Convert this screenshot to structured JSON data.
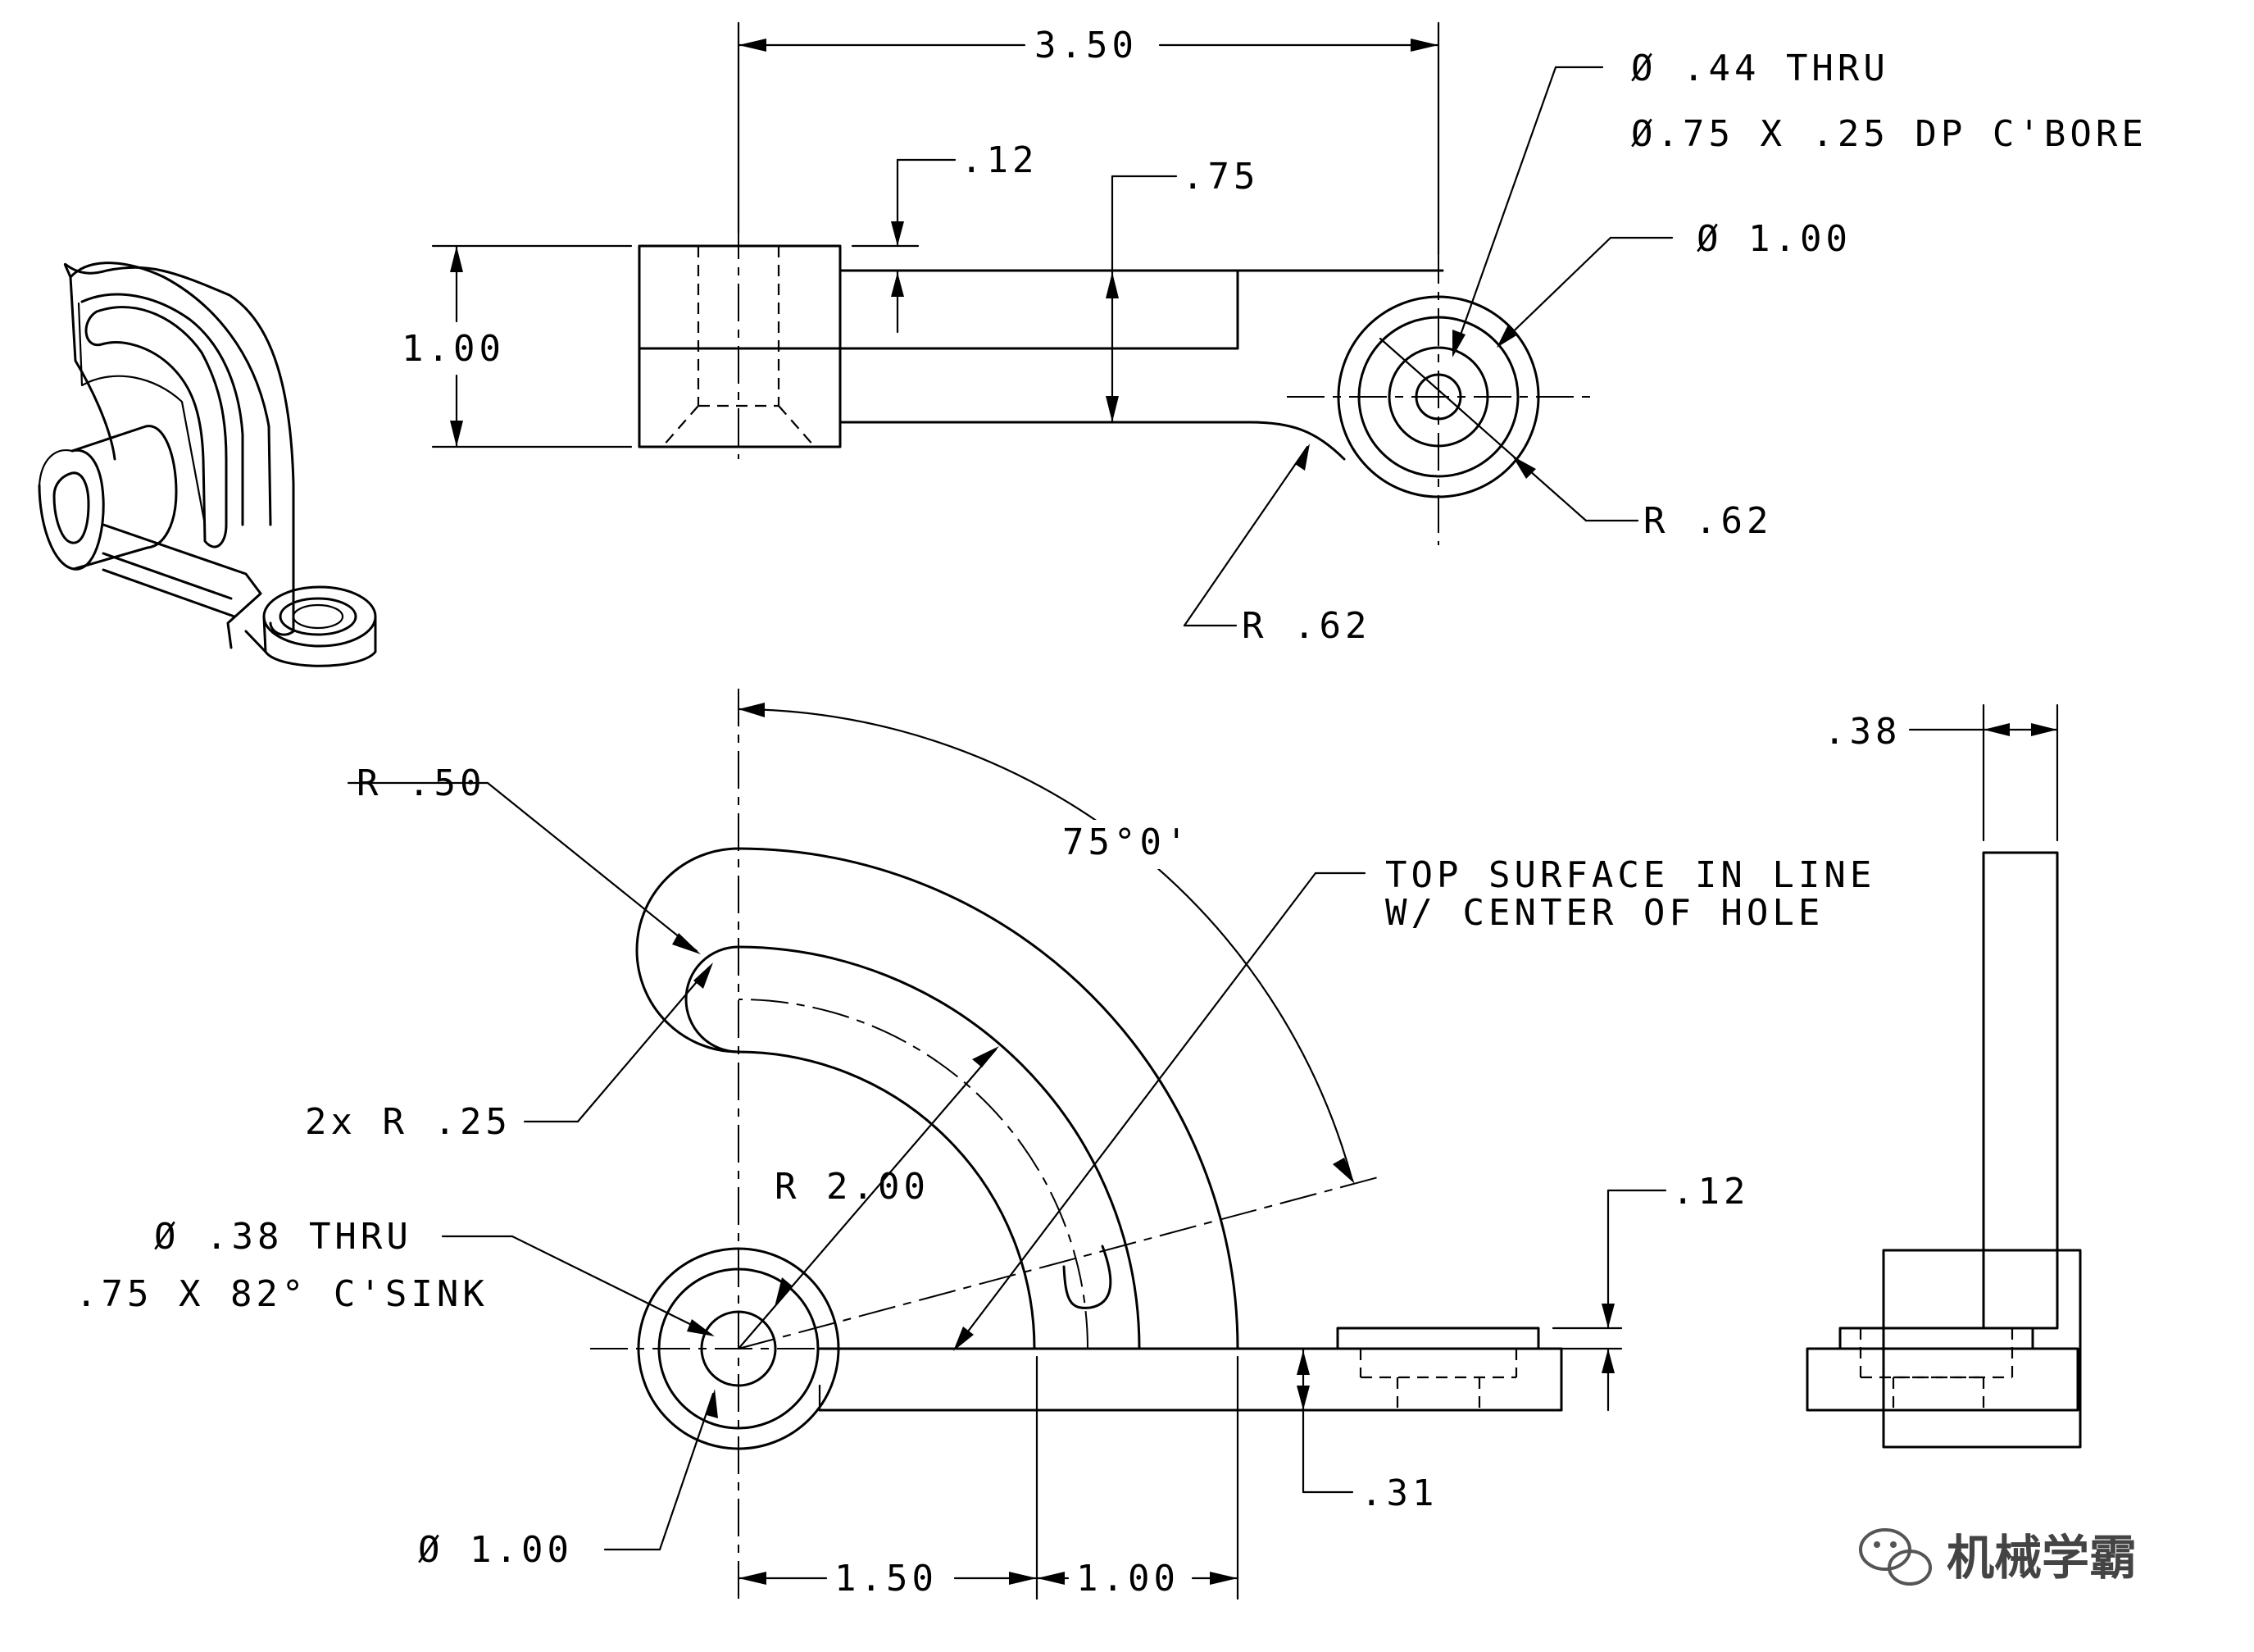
{
  "dims": {
    "overall_length": "3.50",
    "height_total": "1.00",
    "boss_step": ".12",
    "arm_depth": ".75",
    "hole_thru": "Ø .44 THRU",
    "hole_cbore": "Ø.75 X .25 DP C'BORE",
    "boss_dia_top": "Ø 1.00",
    "outer_radius": "R .62",
    "fillet_radius": "R .62",
    "angle": "75°0'",
    "slot_end_radius": "R .50",
    "slot_radii": "2x R .25",
    "arc_radius": "R 2.00",
    "csink_hole": "Ø .38 THRU",
    "csink_spec": ".75 X 82° C'SINK",
    "boss_dia_bottom": "Ø 1.00",
    "base_a": "1.50",
    "base_b": "1.00",
    "pad_step": ".12",
    "base_thick": ".31",
    "side_thick": ".38",
    "note_line1": "TOP SURFACE IN LINE",
    "note_line2": "W/ CENTER OF HOLE"
  },
  "watermark": {
    "text": "机械学霸",
    "icon": "wechat-icon"
  }
}
